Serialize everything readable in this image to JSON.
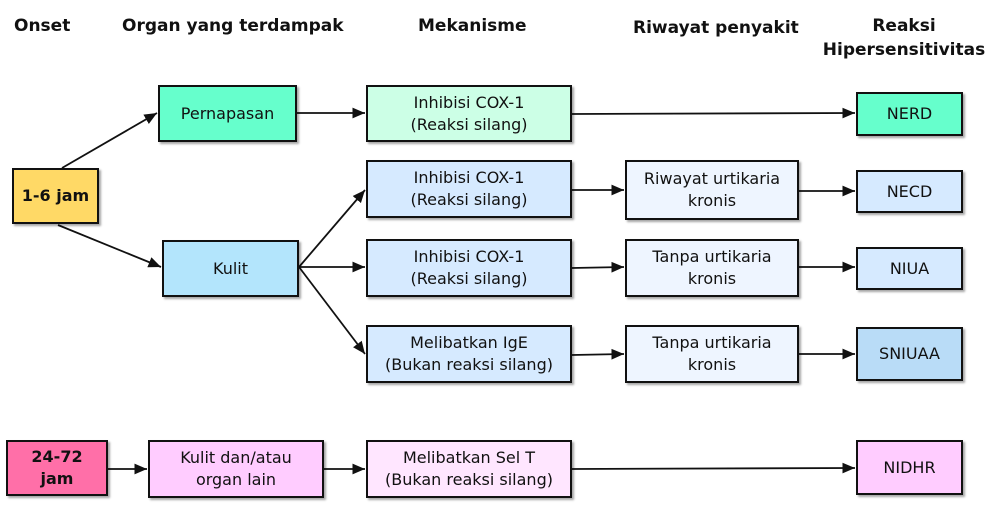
{
  "headers": {
    "onset": "Onset",
    "organ": "Organ yang terdampak",
    "mekanisme": "Mekanisme",
    "riwayat": "Riwayat penyakit",
    "reaksi_line1": "Reaksi",
    "reaksi_line2": "Hipersensitivitas"
  },
  "onset": {
    "early": "1-6 jam",
    "late_line1": "24-72",
    "late_line2": "jam"
  },
  "organ": {
    "pernapasan": "Pernapasan",
    "kulit": "Kulit",
    "late_line1": "Kulit dan/atau",
    "late_line2": "organ lain"
  },
  "mekanisme": [
    {
      "l1": "Inhibisi COX-1",
      "l2": "(Reaksi silang)"
    },
    {
      "l1": "Inhibisi COX-1",
      "l2": "(Reaksi silang)"
    },
    {
      "l1": "Inhibisi COX-1",
      "l2": "(Reaksi silang)"
    },
    {
      "l1": "Melibatkan IgE",
      "l2": "(Bukan reaksi silang)"
    },
    {
      "l1": "Melibatkan Sel T",
      "l2": "(Bukan reaksi silang)"
    }
  ],
  "riwayat": [
    {
      "l1": "Riwayat urtikaria",
      "l2": "kronis"
    },
    {
      "l1": "Tanpa urtikaria",
      "l2": "kronis"
    },
    {
      "l1": "Tanpa urtikaria",
      "l2": "kronis"
    }
  ],
  "reaksi": [
    "NERD",
    "NECD",
    "NIUA",
    "SNIUAA",
    "NIDHR"
  ],
  "colors": {
    "yellow": "#ffd966",
    "green": "#66ffcc",
    "lightgreen": "#ccffe6",
    "blue": "#b3e5fc",
    "lightblue": "#d6eaff",
    "paleblue": "#eef5ff",
    "pink": "#ff6fa8",
    "lightpink": "#ffccff",
    "palepink": "#ffe6ff"
  }
}
